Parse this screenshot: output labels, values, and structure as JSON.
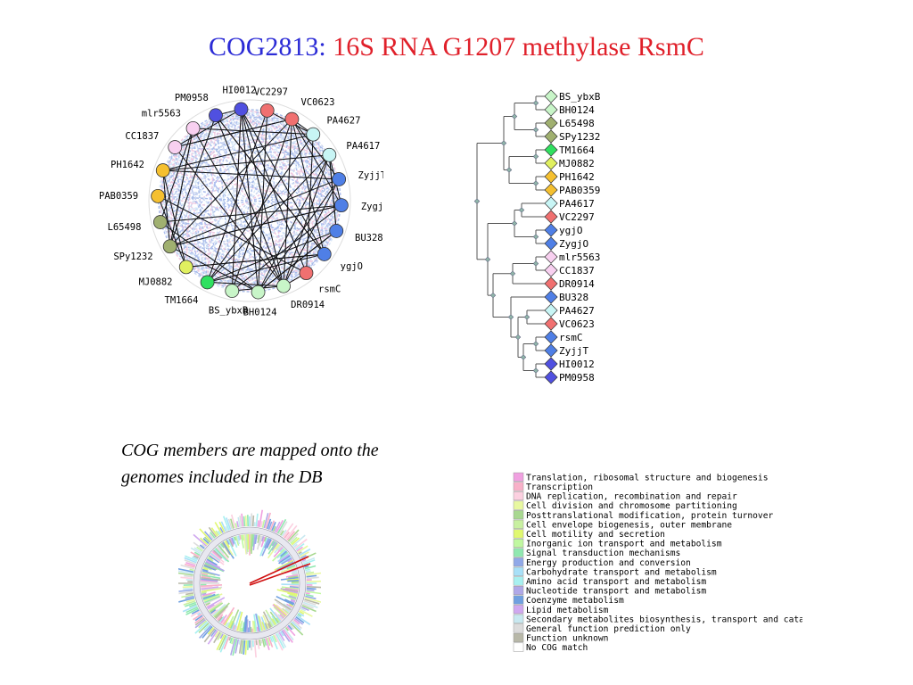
{
  "title": {
    "cog_id": "COG2813:",
    "description": "16S RNA G1207 methylase RsmC"
  },
  "caption": {
    "line1": "COG members are mapped onto the",
    "line2": "genomes included in the DB"
  },
  "network": {
    "nodes": [
      {
        "label": "VC2297",
        "color": "#f07070"
      },
      {
        "label": "VC0623",
        "color": "#f07070"
      },
      {
        "label": "PA4627",
        "color": "#c8f5f5"
      },
      {
        "label": "PA4617",
        "color": "#c8f5f5"
      },
      {
        "label": "ZyjjT",
        "color": "#4f7fe6"
      },
      {
        "label": "ZygjO",
        "color": "#4f7fe6"
      },
      {
        "label": "BU328",
        "color": "#4f7fe6"
      },
      {
        "label": "ygjO",
        "color": "#4f7fe6"
      },
      {
        "label": "rsmC",
        "color": "#f07070"
      },
      {
        "label": "DR0914",
        "color": "#c8f5c8"
      },
      {
        "label": "BH0124",
        "color": "#c8f5c8"
      },
      {
        "label": "BS_ybxB",
        "color": "#c8f5c8"
      },
      {
        "label": "TM1664",
        "color": "#30e060"
      },
      {
        "label": "MJ0882",
        "color": "#e0f060"
      },
      {
        "label": "SPy1232",
        "color": "#a0b070"
      },
      {
        "label": "L65498",
        "color": "#a0b070"
      },
      {
        "label": "PAB0359",
        "color": "#f5c030"
      },
      {
        "label": "PH1642",
        "color": "#f5c030"
      },
      {
        "label": "CC1837",
        "color": "#f8d0f0"
      },
      {
        "label": "mlr5563",
        "color": "#f8d0f0"
      },
      {
        "label": "PM0958",
        "color": "#5050e0"
      },
      {
        "label": "HI0012",
        "color": "#5050e0"
      }
    ]
  },
  "tree": {
    "leaves": [
      {
        "label": "BS_ybxB",
        "color": "#c8f5c8"
      },
      {
        "label": "BH0124",
        "color": "#c8f5c8"
      },
      {
        "label": "L65498",
        "color": "#a0b070"
      },
      {
        "label": "SPy1232",
        "color": "#a0b070"
      },
      {
        "label": "TM1664",
        "color": "#30e060"
      },
      {
        "label": "MJ0882",
        "color": "#e0f060"
      },
      {
        "label": "PH1642",
        "color": "#f5c030"
      },
      {
        "label": "PAB0359",
        "color": "#f5c030"
      },
      {
        "label": "PA4617",
        "color": "#c8f5f5"
      },
      {
        "label": "VC2297",
        "color": "#f07070"
      },
      {
        "label": "ygjO",
        "color": "#4f7fe6"
      },
      {
        "label": "ZygjO",
        "color": "#4f7fe6"
      },
      {
        "label": "mlr5563",
        "color": "#f8d0f0"
      },
      {
        "label": "CC1837",
        "color": "#f8d0f0"
      },
      {
        "label": "DR0914",
        "color": "#f07070"
      },
      {
        "label": "BU328",
        "color": "#4f7fe6"
      },
      {
        "label": "PA4627",
        "color": "#c8f5f5"
      },
      {
        "label": "VC0623",
        "color": "#f07070"
      },
      {
        "label": "rsmC",
        "color": "#4f7fe6"
      },
      {
        "label": "ZyjjT",
        "color": "#4f7fe6"
      },
      {
        "label": "HI0012",
        "color": "#5050e0"
      },
      {
        "label": "PM0958",
        "color": "#5050e0"
      }
    ]
  },
  "legend": {
    "items": [
      {
        "label": "Translation, ribosomal structure and biogenesis",
        "color": "#f0a0e0"
      },
      {
        "label": "Transcription",
        "color": "#f8b0c8"
      },
      {
        "label": "DNA replication, recombination and repair",
        "color": "#fcd0e0"
      },
      {
        "label": "Cell division and chromosome partitioning",
        "color": "#e8f8a0"
      },
      {
        "label": "Posttranslational modification, protein turnover",
        "color": "#a8d890"
      },
      {
        "label": "Cell envelope biogenesis, outer membrane",
        "color": "#c8f0a0"
      },
      {
        "label": "Cell motility and secretion",
        "color": "#e0f870"
      },
      {
        "label": "Inorganic ion transport and metabolism",
        "color": "#c0f8a0"
      },
      {
        "label": "Signal transduction mechanisms",
        "color": "#90e8b0"
      },
      {
        "label": "Energy production and conversion",
        "color": "#90a8e8"
      },
      {
        "label": "Carbohydrate transport and metabolism",
        "color": "#a8e0f8"
      },
      {
        "label": "Amino acid transport and metabolism",
        "color": "#a8f0f0"
      },
      {
        "label": "Nucleotide transport and metabolism",
        "color": "#b0a8e8"
      },
      {
        "label": "Coenzyme metabolism",
        "color": "#70a0e0"
      },
      {
        "label": "Lipid metabolism",
        "color": "#d0a8f0"
      },
      {
        "label": "Secondary metabolites biosynthesis, transport and catabolism",
        "color": "#c8e8f0"
      },
      {
        "label": "General function prediction only",
        "color": "#dcdcdc"
      },
      {
        "label": "Function unknown",
        "color": "#b8b8a8"
      },
      {
        "label": "No COG match",
        "color": "#ffffff"
      }
    ]
  }
}
